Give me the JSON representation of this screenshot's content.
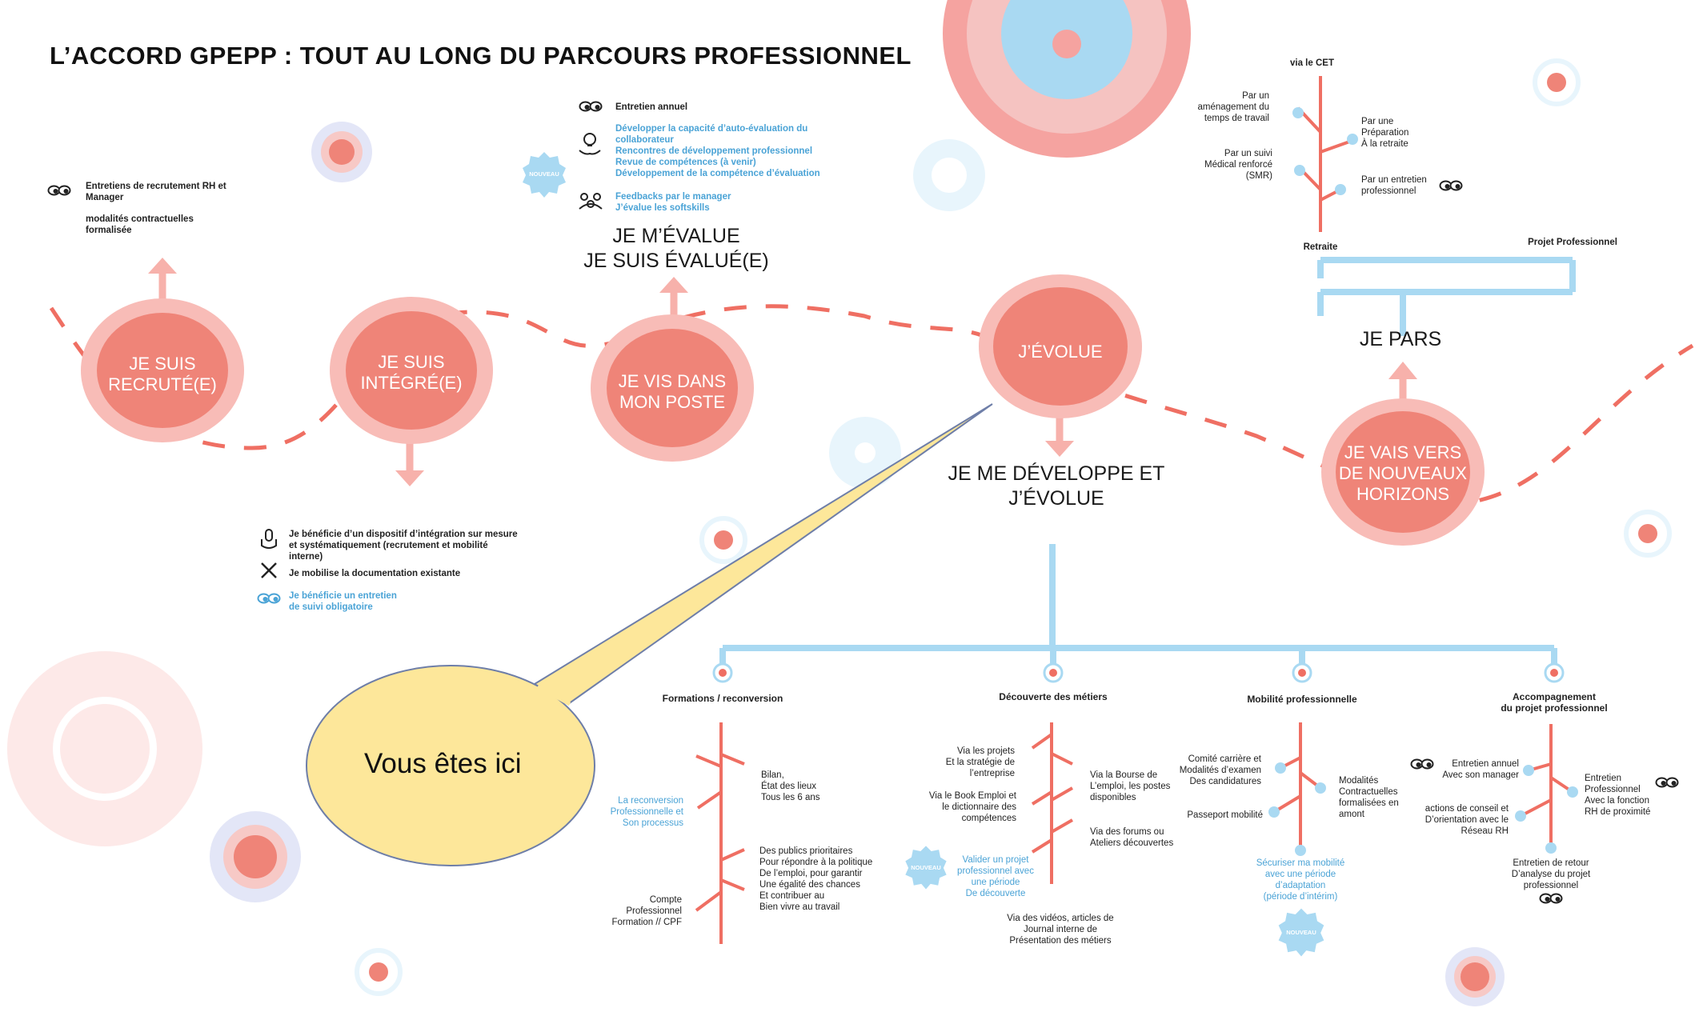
{
  "title": "L’ACCORD GPEPP : TOUT AU LONG DU PARCOURS PROFESSIONNEL",
  "colors": {
    "salmon": "#ef8478",
    "salmon_light": "#f8bcb7",
    "blue_light": "#a9d9f2",
    "blue": "#4aa3d6",
    "callout": "#fde79a"
  },
  "stages": [
    {
      "id": "recrute",
      "line1": "JE SUIS",
      "line2": "RECRUTÉ(E)"
    },
    {
      "id": "integre",
      "line1": "JE SUIS",
      "line2": "INTÉGRÉ(E)"
    },
    {
      "id": "poste",
      "line1": "JE VIS DANS",
      "line2": "MON POSTE"
    },
    {
      "id": "evolue",
      "line1": "J’ÉVOLUE",
      "line2": ""
    },
    {
      "id": "horizons",
      "line1": "JE VAIS VERS",
      "line2": "DE NOUVEAUX",
      "line3": "HORIZONS"
    }
  ],
  "headings": {
    "evalue_1": "JE M’ÉVALUE",
    "evalue_2": "JE SUIS ÉVALUÉ(E)",
    "develop_1": "JE ME DÉVELOPPE ET",
    "develop_2": "J’ÉVOLUE",
    "pars": "JE PARS"
  },
  "recrute_info": {
    "line1": "Entretiens de recrutement RH et",
    "line2": "Manager",
    "line3": "modalités contractuelles",
    "line4": "formalisée"
  },
  "integre_info": {
    "item1_l1": "Je bénéficie d’un dispositif d’intégration sur mesure",
    "item1_l2": "et systématiquement  (recrutement et mobilité",
    "item1_l3": "interne)",
    "item2": "Je mobilise la documentation existante",
    "item3_l1": "Je bénéficie un entretien",
    "item3_l2": "de suivi obligatoire"
  },
  "poste_info": {
    "annual": "Entretien annuel",
    "d1": "Développer la capacité d’auto-évaluation du",
    "d2": "collaborateur",
    "d3": "Rencontres de développement professionnel",
    "d4": "Revue de compétences (à venir)",
    "d5": "Développement de la compétence d’évaluation",
    "f1": "Feedbacks par le manager",
    "f2": "J’évalue les softskills"
  },
  "badge_label": "NOUVEAU",
  "depart": {
    "cet": "via le CET",
    "l_1": "Par un",
    "l_2": "aménagement du",
    "l_3": "temps de travail",
    "l_4": "Par un suivi",
    "l_5": "Médical renforcé",
    "l_6": "(SMR)",
    "r_1": "Par une",
    "r_2": "Préparation",
    "r_3": "À la retraite",
    "r_4": "Par un entretien",
    "r_5": "professionnel",
    "retraite": "Retraite",
    "projet": "Projet Professionnel"
  },
  "categories": {
    "formations": "Formations / reconversion",
    "decouverte": "Découverte des métiers",
    "mobilite": "Mobilité professionnelle",
    "accomp_1": "Accompagnement",
    "accomp_2": "du projet professionnel"
  },
  "formations": {
    "bilan_1": "Bilan,",
    "bilan_2": "État des lieux",
    "bilan_3": "Tous les 6 ans",
    "reconv_1": "La reconversion",
    "reconv_2": "Professionnelle et",
    "reconv_3": "Son processus",
    "pub_1": "Des publics prioritaires",
    "pub_2": "Pour répondre à la politique",
    "pub_3": "De l’emploi, pour garantir",
    "pub_4": "Une égalité des chances",
    "pub_5": "Et contribuer au",
    "pub_6": "Bien vivre au travail",
    "cpf_1": "Compte",
    "cpf_2": "Professionnel",
    "cpf_3": "Formation // CPF"
  },
  "decouverte": {
    "proj_1": "Via les projets",
    "proj_2": "Et la stratégie de",
    "proj_3": "l’entreprise",
    "book_1": "Via le Book Emploi et",
    "book_2": "le dictionnaire des",
    "book_3": "compétences",
    "val_1": "Valider un projet",
    "val_2": "professionnel avec",
    "val_3": "une période",
    "val_4": "De découverte",
    "bourse_1": "Via la Bourse de",
    "bourse_2": "L’emploi, les postes",
    "bourse_3": "disponibles",
    "forum_1": "Via des forums ou",
    "forum_2": "Ateliers découvertes",
    "video_1": "Via des vidéos, articles de",
    "video_2": "Journal interne de",
    "video_3": "Présentation des métiers"
  },
  "mobilite": {
    "com_1": "Comité carrière et",
    "com_2": "Modalités d’examen",
    "com_3": "Des candidatures",
    "pass": "Passeport mobilité",
    "mod_1": "Modalités",
    "mod_2": "Contractuelles",
    "mod_3": "formalisées en",
    "mod_4": "amont",
    "sec_1": "Sécuriser ma mobilité",
    "sec_2": "avec une période",
    "sec_3": "d’adaptation",
    "sec_4": "(période d’intérim)"
  },
  "accomp": {
    "ea_1": "Entretien annuel",
    "ea_2": "Avec son manager",
    "ep_1": "Entretien",
    "ep_2": "Professionnel",
    "ep_3": "Avec la fonction",
    "ep_4": "RH de proximité",
    "ac_1": "actions de conseil et",
    "ac_2": "D’orientation avec le",
    "ac_3": "Réseau RH",
    "er_1": "Entretien de retour",
    "er_2": "D’analyse du projet",
    "er_3": "professionnel"
  },
  "callout": "Vous êtes ici"
}
